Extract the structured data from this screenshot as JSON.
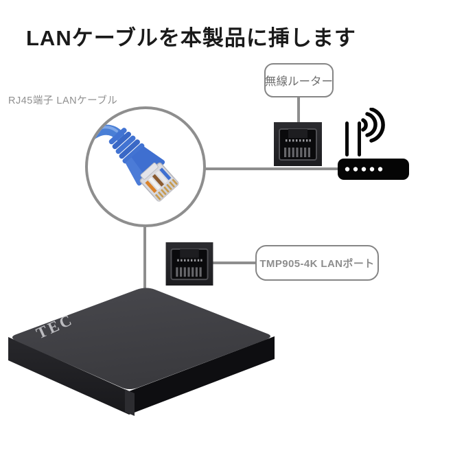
{
  "page": {
    "background": "#ffffff",
    "language": "ja"
  },
  "title": {
    "text": "LANケーブルを本製品に挿します"
  },
  "labels": {
    "cable": "RJ45端子 LANケーブル",
    "router": "無線ルーター",
    "lan_port": "TMP905-4K LANポート"
  },
  "device": {
    "logo": "TEC"
  },
  "icons": {
    "router_lan_port": "rj45-port-icon",
    "device_lan_port": "rj45-port-icon",
    "wireless_router": "wifi-router-icon",
    "lan_cable": "lan-cable-connector-photo",
    "tv_box": "tv-box-3d-device"
  },
  "colors": {
    "title_text": "#1a1a1a",
    "label_text": "#8a8a8a",
    "connector_line": "#8e8e8e",
    "icon_black": "#0a0a0a",
    "cable_blue": "#4a7fd6",
    "device_top": "#414145"
  }
}
